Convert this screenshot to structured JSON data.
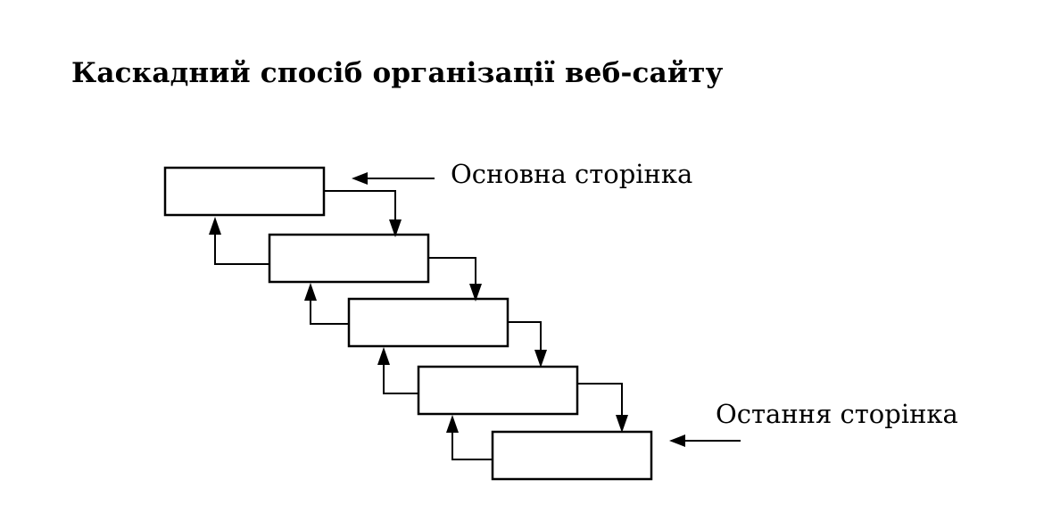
{
  "title": "Каскадний спосіб організації веб-сайту",
  "labels": {
    "first_page": "Основна сторінка",
    "last_page": "Остання сторінка"
  },
  "diagram": {
    "page_count": 5,
    "structure": "cascade",
    "links": "bidirectional-sequential"
  },
  "colors": {
    "stroke": "#000000",
    "background": "#ffffff"
  }
}
